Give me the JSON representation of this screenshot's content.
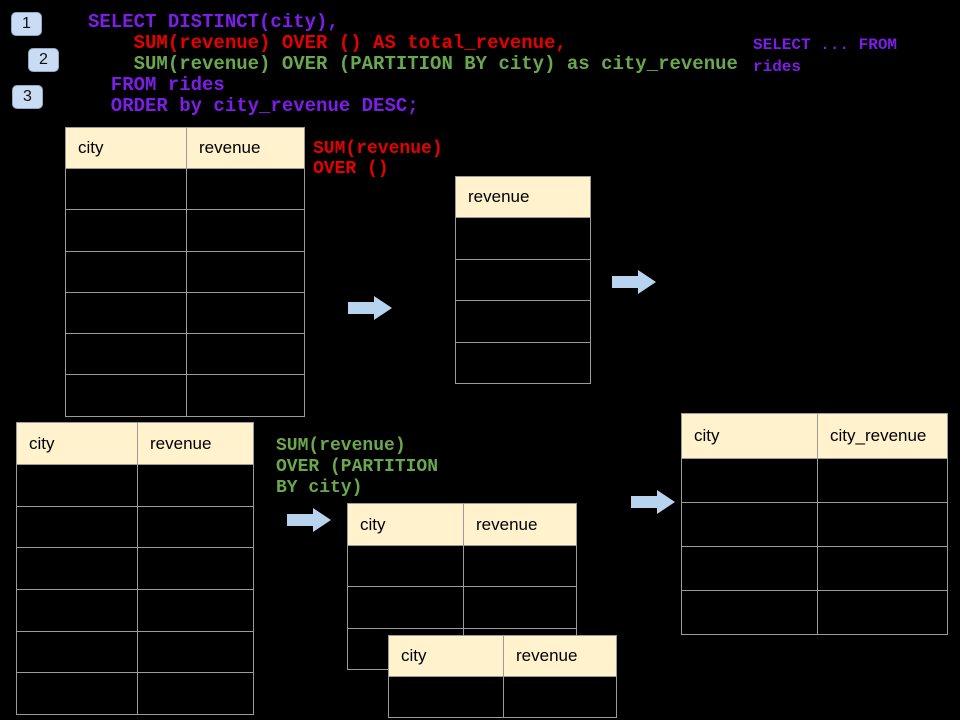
{
  "colors": {
    "purple": "#7d1ee8",
    "red": "#e60000",
    "green": "#6aa84f",
    "arrow": "#b7d3ee",
    "header_bg": "#fff2cc",
    "table_border": "#9b9b9b",
    "badge_bg": "#c9dcf3",
    "badge_border": "#90a8c8",
    "background": "#000000"
  },
  "badges": [
    {
      "label": "1"
    },
    {
      "label": "2"
    },
    {
      "label": "3"
    }
  ],
  "code": {
    "lines": [
      {
        "text": "SELECT DISTINCT(city),",
        "color": "purple"
      },
      {
        "text": "    SUM(revenue) OVER () AS total_revenue,",
        "color": "red"
      },
      {
        "text": "    SUM(revenue) OVER (PARTITION BY city) as city_revenue",
        "color": "green"
      },
      {
        "text": "  FROM rides",
        "color": "purple"
      },
      {
        "text": "  ORDER by city_revenue DESC;",
        "color": "purple"
      }
    ]
  },
  "annotations": {
    "select_from": {
      "color": "purple",
      "lines": [
        "SELECT ... FROM",
        "rides"
      ]
    },
    "total": {
      "color": "red",
      "lines": [
        "SUM(revenue)",
        "OVER ()"
      ]
    },
    "partition": {
      "color": "green",
      "lines": [
        "SUM(revenue)",
        "OVER (PARTITION",
        "BY city)"
      ]
    }
  },
  "tables": {
    "source_top": {
      "headers": [
        "city",
        "revenue"
      ],
      "rows": 6
    },
    "total_result": {
      "headers": [
        "revenue"
      ],
      "rows": 4
    },
    "source_bottom": {
      "headers": [
        "city",
        "revenue"
      ],
      "rows": 6
    },
    "partition_mid": {
      "headers": [
        "city",
        "revenue"
      ],
      "rows": 3
    },
    "partition_overlay": {
      "headers": [
        "city",
        "revenue"
      ],
      "rows": 1
    },
    "city_revenue_result": {
      "headers": [
        "city",
        "city_revenue"
      ],
      "rows": 4
    }
  },
  "icons": {
    "flow_arrow": "right-block-arrow"
  }
}
